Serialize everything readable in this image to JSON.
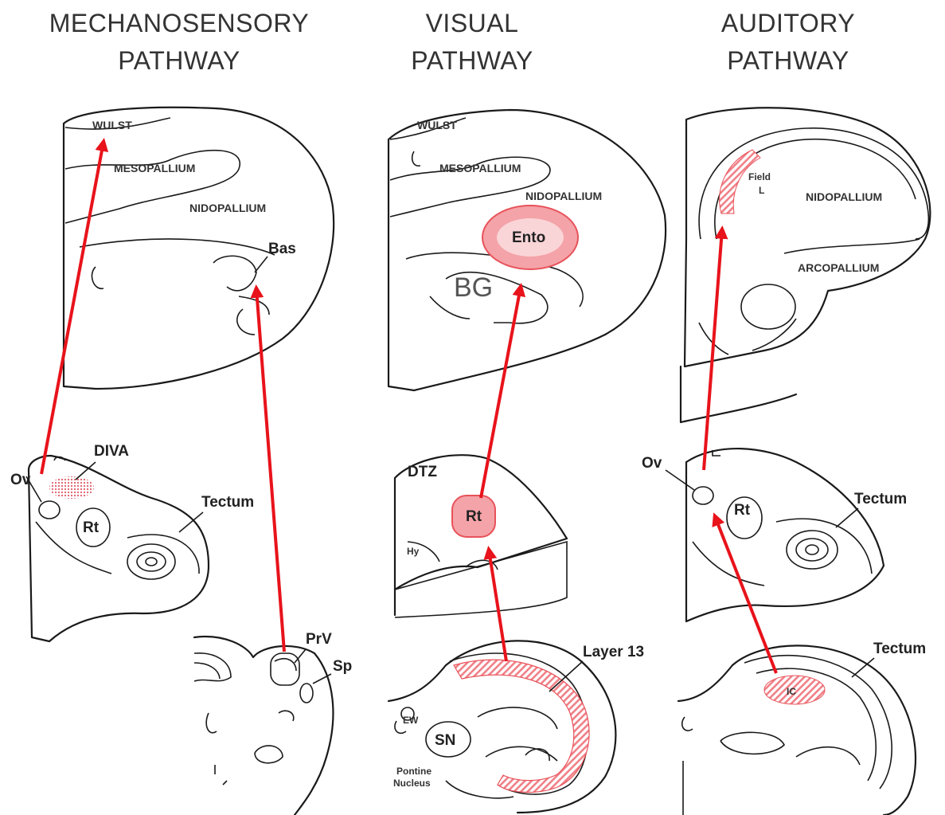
{
  "titles": {
    "mechanosensory": [
      "MECHANOSENSORY",
      "PATHWAY"
    ],
    "visual": [
      "VISUAL",
      "PATHWAY"
    ],
    "auditory": [
      "AUDITORY",
      "PATHWAY"
    ]
  },
  "mechanosensory": {
    "wulst": "WULST",
    "mesopallium": "MESOPALLIUM",
    "nidopallium": "NIDOPALLIUM",
    "bas": "Bas",
    "ov": "Ov",
    "diva": "DIVA",
    "rt": "Rt",
    "tectum": "Tectum",
    "prv": "PrV",
    "sp": "Sp"
  },
  "visual": {
    "wulst": "WULST",
    "mesopallium": "MESOPALLIUM",
    "nidopallium": "NIDOPALLIUM",
    "ento": "Ento",
    "bg": "BG",
    "dtz": "DTZ",
    "rt": "Rt",
    "hy": "Hy",
    "layer13": "Layer 13",
    "ew": "EW",
    "sn": "SN",
    "pontine": [
      "Pontine",
      "Nucleus"
    ]
  },
  "auditory": {
    "field_l": [
      "Field",
      "L"
    ],
    "nidopallium": "NIDOPALLIUM",
    "arcopallium": "ARCOPALLIUM",
    "ov": "Ov",
    "rt": "Rt",
    "tectum_mid": "Tectum",
    "tectum_low": "Tectum",
    "ic": "IC"
  },
  "colors": {
    "arrow": "#e8131b",
    "highlight_fill": "#f4a3a8",
    "highlight_stroke": "#e8525a",
    "outline": "#1a1a1a"
  }
}
